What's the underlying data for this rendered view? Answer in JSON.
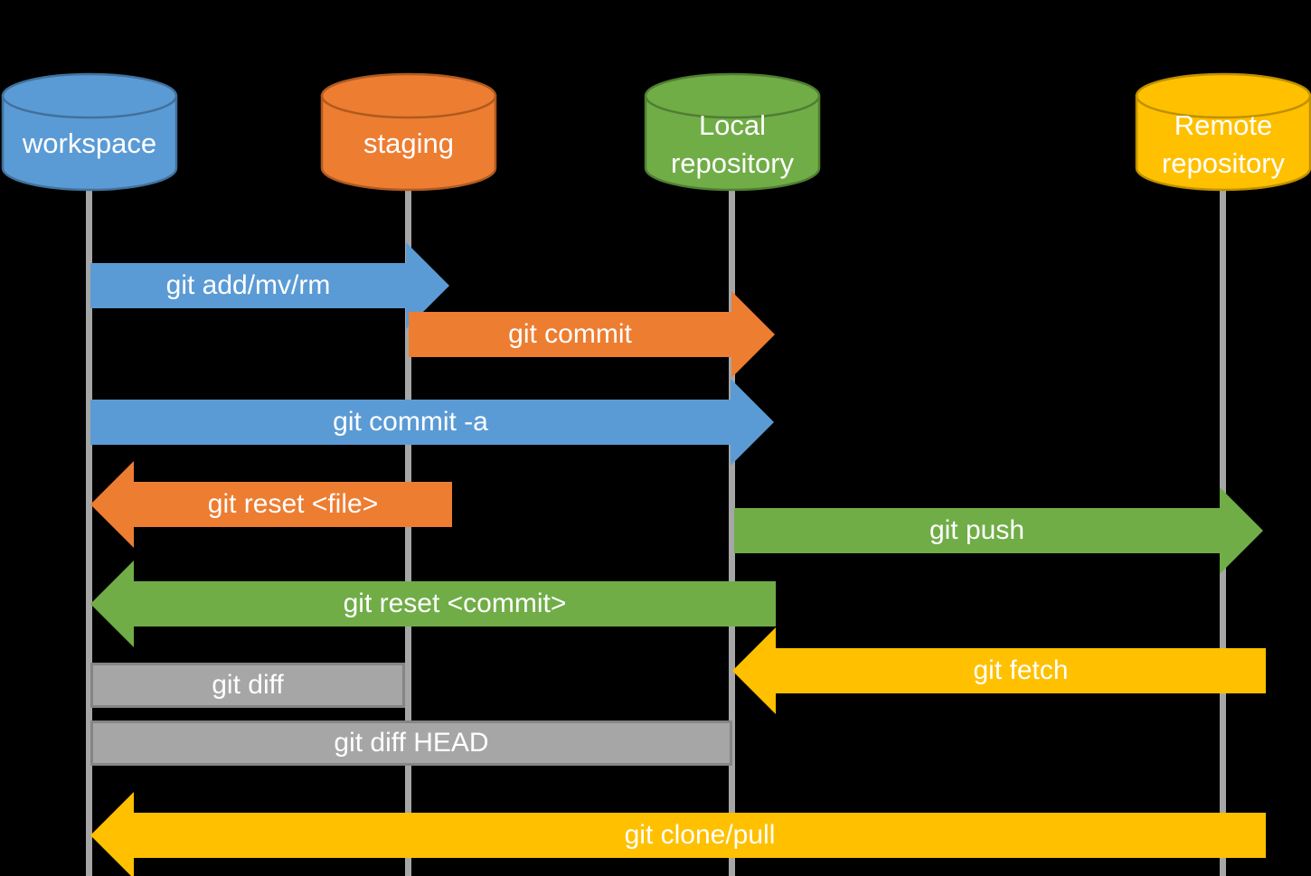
{
  "canvas": {
    "background": "#000000",
    "lifeline_color": "#A6A6A6",
    "text_color": "#FFFFFF"
  },
  "palette": {
    "blue": "#5B9BD5",
    "orange": "#ED7D31",
    "green": "#70AD47",
    "gold": "#FFC000",
    "gray": "#A6A6A6"
  },
  "nodes": [
    {
      "id": "workspace",
      "label": "workspace",
      "fill": "#5B9BD5",
      "stroke": "#41719C"
    },
    {
      "id": "staging",
      "label": "staging",
      "fill": "#ED7D31",
      "stroke": "#AE5A21"
    },
    {
      "id": "local-repository",
      "label": "Local repository",
      "line1": "Local",
      "line2": "repository",
      "fill": "#70AD47",
      "stroke": "#507E32"
    },
    {
      "id": "remote-repository",
      "label": "Remote repository",
      "line1": "Remote",
      "line2": "repository",
      "fill": "#FFC000",
      "stroke": "#BF9000"
    }
  ],
  "arrows": [
    {
      "label": "git add/mv/rm",
      "from": "workspace",
      "to": "staging",
      "direction": "right",
      "color": "#5B9BD5"
    },
    {
      "label": "git commit",
      "from": "staging",
      "to": "local-repository",
      "direction": "right",
      "color": "#ED7D31"
    },
    {
      "label": "git commit -a",
      "from": "workspace",
      "to": "local-repository",
      "direction": "right",
      "color": "#5B9BD5"
    },
    {
      "label": "git reset <file>",
      "from": "staging",
      "to": "workspace",
      "direction": "left",
      "color": "#ED7D31"
    },
    {
      "label": "git push",
      "from": "local-repository",
      "to": "remote-repository",
      "direction": "right",
      "color": "#70AD47"
    },
    {
      "label": "git reset <commit>",
      "from": "local-repository",
      "to": "workspace",
      "direction": "left",
      "color": "#70AD47"
    },
    {
      "label": "git fetch",
      "from": "remote-repository",
      "to": "local-repository",
      "direction": "left",
      "color": "#FFC000"
    },
    {
      "label": "git clone/pull",
      "from": "remote-repository",
      "to": "workspace",
      "direction": "left",
      "color": "#FFC000"
    }
  ],
  "bars": [
    {
      "label": "git diff",
      "from": "workspace",
      "to": "staging",
      "color": "#A6A6A6"
    },
    {
      "label": "git diff HEAD",
      "from": "workspace",
      "to": "local-repository",
      "color": "#A6A6A6"
    }
  ]
}
